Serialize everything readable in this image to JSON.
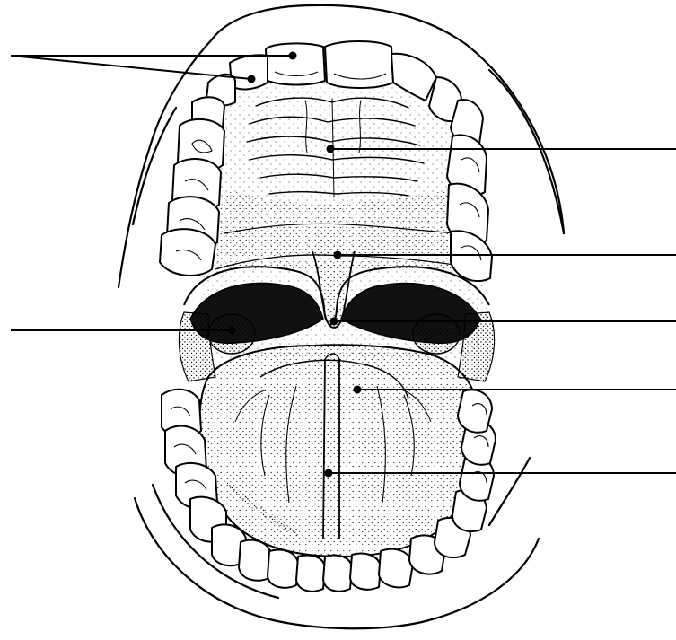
{
  "diagram": {
    "subject": "oral-cavity",
    "style": "black-line-stipple",
    "colors": {
      "ink": "#000000",
      "paper": "#ffffff",
      "shadow": "#111111"
    },
    "labels": [
      {
        "id": "teeth",
        "text": ""
      },
      {
        "id": "hard-palate",
        "text": ""
      },
      {
        "id": "soft-palate",
        "text": ""
      },
      {
        "id": "uvula",
        "text": ""
      },
      {
        "id": "palatine-tonsil",
        "text": ""
      },
      {
        "id": "tongue-papillae",
        "text": ""
      },
      {
        "id": "tongue",
        "text": ""
      }
    ]
  }
}
